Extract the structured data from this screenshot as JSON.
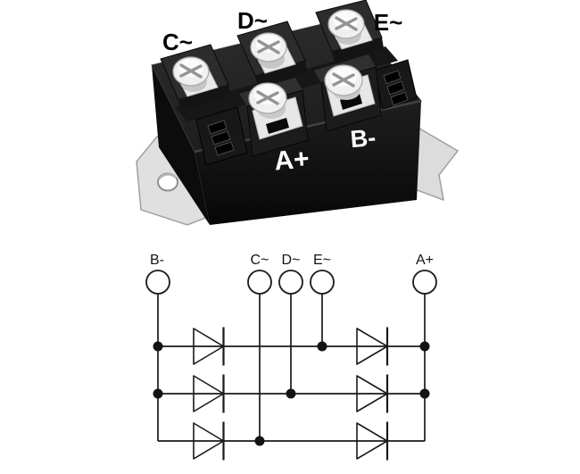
{
  "figure": {
    "background": "#ffffff",
    "description": "Five-terminal power diode bridge module (photo view) with its equivalent circuit schematic below"
  },
  "module": {
    "terminals": {
      "c": "C~",
      "d": "D~",
      "e": "E~",
      "a": "A+",
      "b": "B-"
    },
    "colors": {
      "body": "#101010",
      "top_face": "#262626",
      "flange": "#dedede",
      "screw": "#f0f0f0"
    }
  },
  "schematic": {
    "line_color": "#1a1a1a",
    "terminals": [
      {
        "id": "b_minus",
        "label": "B-"
      },
      {
        "id": "c_ac",
        "label": "C~"
      },
      {
        "id": "d_ac",
        "label": "D~"
      },
      {
        "id": "e_ac",
        "label": "E~"
      },
      {
        "id": "a_plus",
        "label": "A+"
      }
    ],
    "rows": [
      {
        "row": 1,
        "phase_label": "E~"
      },
      {
        "row": 2,
        "phase_label": "D~"
      },
      {
        "row": 3,
        "phase_label": "C~"
      }
    ],
    "diode_count": 6,
    "topology": "Each row: B- bus, diode pointing right, AC phase tap, diode pointing right, A+ bus; E~ taps row 1, D~ taps row 2, C~ taps row 3"
  }
}
